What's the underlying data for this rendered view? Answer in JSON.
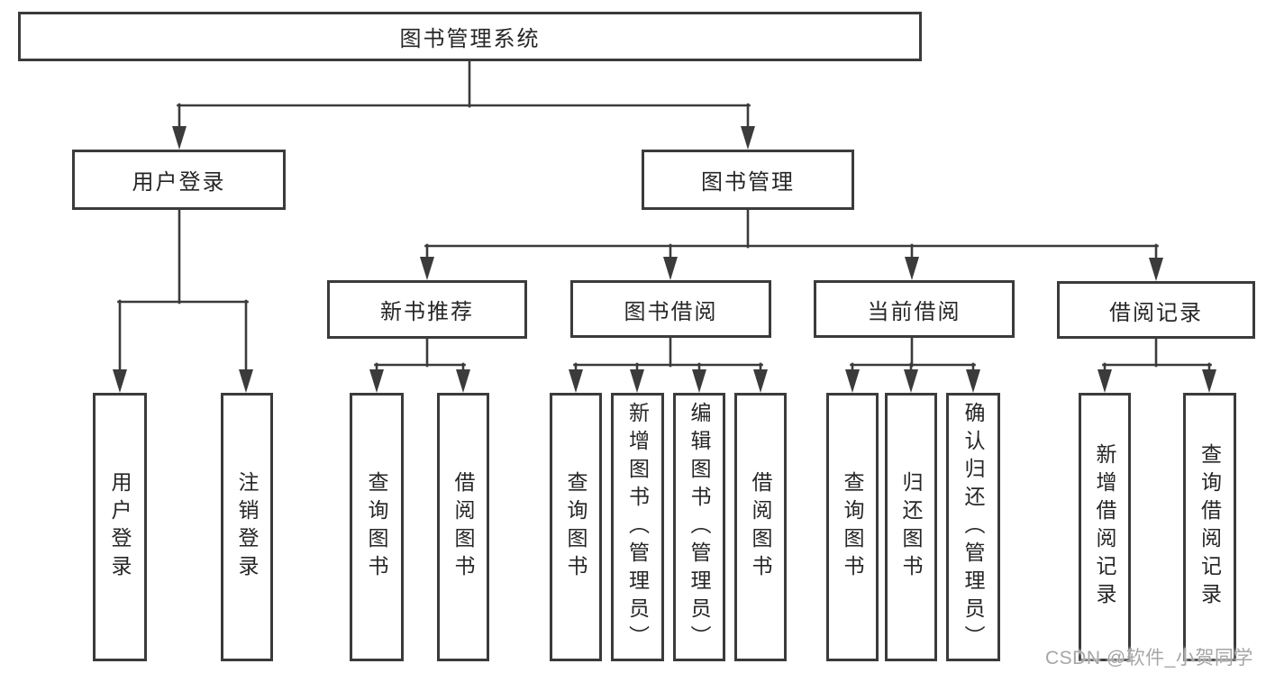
{
  "diagram": {
    "root": "图书管理系统",
    "level2": {
      "user_login": "用户登录",
      "book_management": "图书管理"
    },
    "level3": {
      "new_book_recommend": "新书推荐",
      "book_borrowing": "图书借阅",
      "current_borrowing": "当前借阅",
      "borrowing_records": "借阅记录"
    },
    "leaves": {
      "user_login": "用户登录",
      "logout": "注销登录",
      "query_books_recommend": "查询图书",
      "borrow_books_recommend": "借阅图书",
      "query_books_borrowing": "查询图书",
      "add_books_admin": "新增图书（管理员）",
      "edit_books_admin": "编辑图书（管理员）",
      "borrow_books_borrowing": "借阅图书",
      "query_books_current": "查询图书",
      "return_books": "归还图书",
      "confirm_return_admin": "确认归还（管理员）",
      "add_borrow_record": "新增借阅记录",
      "query_borrow_record": "查询借阅记录"
    }
  },
  "watermark": {
    "text": "CSDN @软件_小贺同学"
  },
  "colors": {
    "line": "#3b3b3b",
    "box_border": "#3b3b3b",
    "text": "#262626",
    "watermark": "#a6a6a6",
    "background": "#ffffff"
  }
}
